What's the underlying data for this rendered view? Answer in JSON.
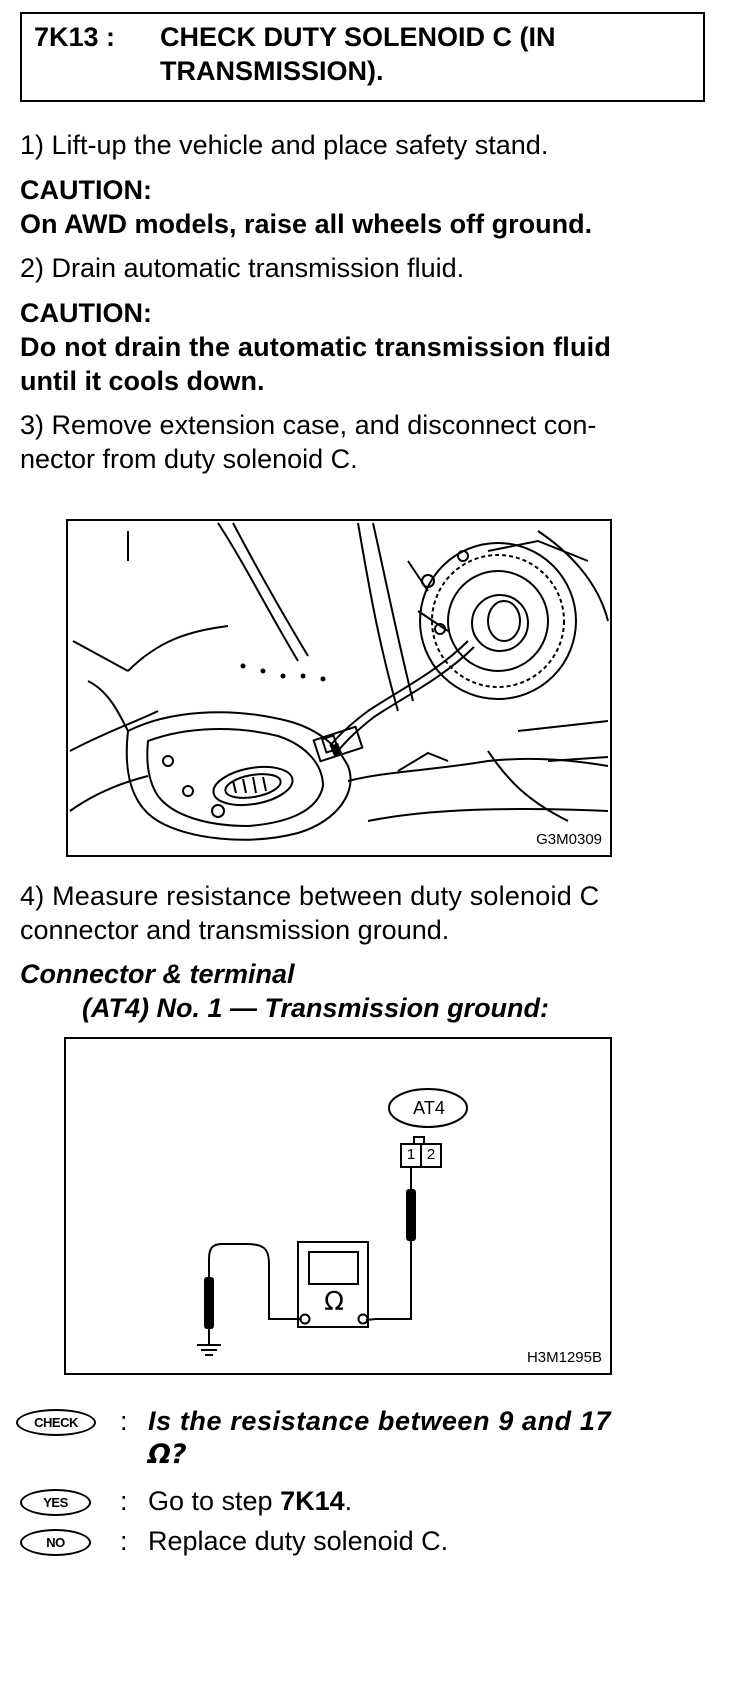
{
  "heading": {
    "step_number": "7K13 :",
    "title_line1": "CHECK DUTY SOLENOID C (IN",
    "title_line2": "TRANSMISSION)."
  },
  "steps": {
    "s1": "1)  Lift-up the vehicle and place safety stand.",
    "caution1_label": "CAUTION:",
    "caution1_text": "On AWD models, raise all wheels off ground.",
    "s2": "2)  Drain automatic transmission fluid.",
    "caution2_label": "CAUTION:",
    "caution2_line1": "Do not drain the automatic transmission fluid",
    "caution2_line2": "until it cools down.",
    "s3_line1": "3)  Remove extension case, and disconnect con-",
    "s3_line2": "nector from duty solenoid C.",
    "s4_line1": "4)  Measure resistance between duty solenoid C",
    "s4_line2": "connector and transmission ground.",
    "connector_heading": "Connector & terminal",
    "connector_detail": "(AT4) No. 1 — Transmission ground:"
  },
  "figures": {
    "fig1_code": "G3M0309",
    "fig2_code": "H3M1295B",
    "connector_label": "AT4",
    "terminal_1": "1",
    "terminal_2": "2",
    "meter_symbol": "Ω"
  },
  "check": {
    "check_badge": "CHECK",
    "question_line1": "Is the resistance between 9 and 17",
    "question_line2": "Ω?",
    "yes_badge": "YES",
    "yes_text": "Go to step ",
    "yes_step": "7K14",
    "yes_end": ".",
    "no_badge": "NO",
    "no_text": "Replace duty solenoid C.",
    "colon": ":"
  }
}
